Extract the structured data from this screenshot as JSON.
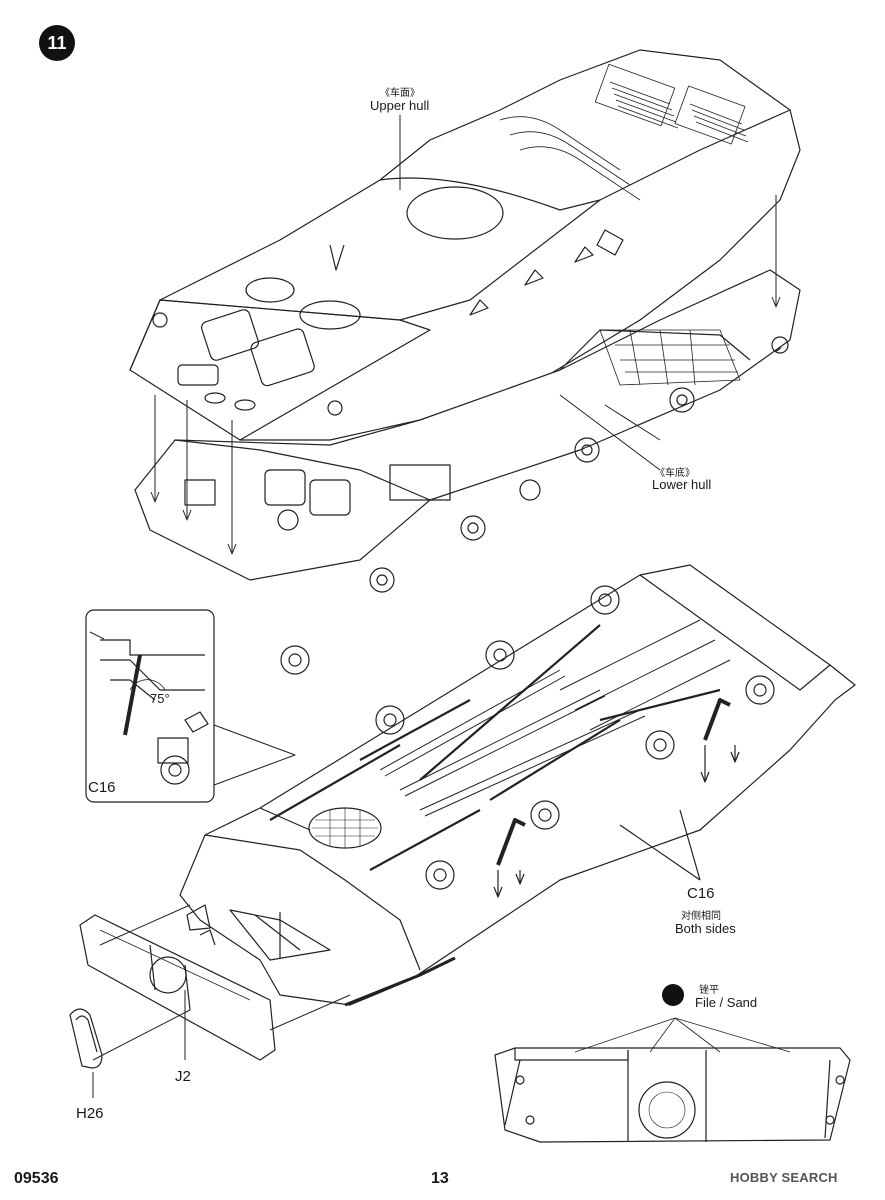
{
  "step": {
    "number": "11"
  },
  "labels": {
    "upper_hull_cn": "《车面》",
    "upper_hull_en": "Upper hull",
    "lower_hull_cn": "《车底》",
    "lower_hull_en": "Lower hull",
    "angle": "75°",
    "c16_detail": "C16",
    "c16_main": "C16",
    "both_sides_cn": "对侧相同",
    "both_sides_en": "Both sides",
    "file_sand_cn": "锉平",
    "file_sand_en": "File / Sand",
    "j2": "J2",
    "h26": "H26"
  },
  "footer": {
    "code": "09536",
    "page": "13",
    "watermark": "HOBBY SEARCH"
  }
}
